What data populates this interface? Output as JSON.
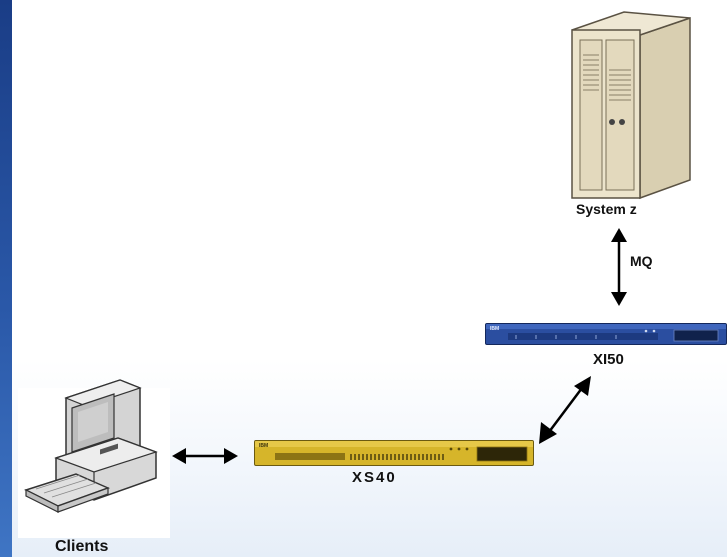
{
  "nodes": {
    "system_z": {
      "label": "System z"
    },
    "xi50": {
      "label": "XI50",
      "brand": "IBM"
    },
    "xs40": {
      "label": "XS40",
      "brand": "IBM"
    },
    "clients": {
      "label": "Clients"
    }
  },
  "links": {
    "system_z_xi50": {
      "label": "MQ"
    }
  },
  "colors": {
    "background": "#ffffff",
    "strip": "#2a58a8",
    "xi50_body": "#2b4ea0",
    "xs40_body": "#d6b52a",
    "arrow": "#000000"
  }
}
